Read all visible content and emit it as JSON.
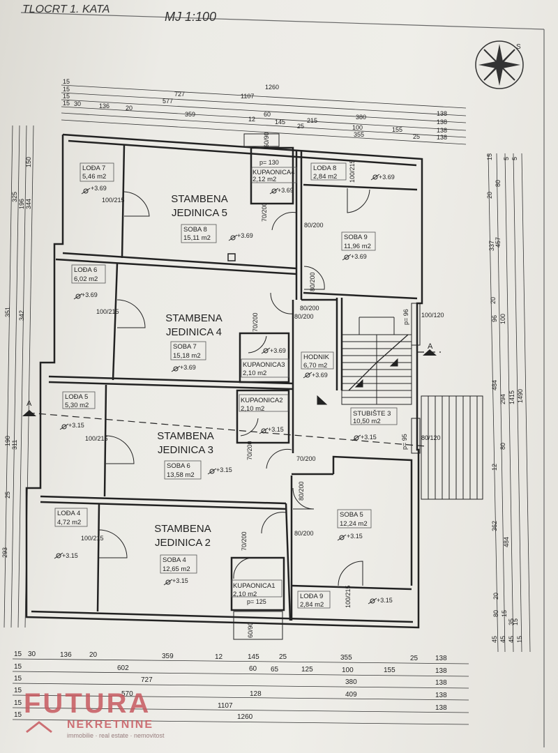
{
  "header": {
    "title": "TLOCRT 1. KATA",
    "scale": "MJ 1:100",
    "compass_label": "S"
  },
  "units": [
    {
      "line1": "STAMBENA",
      "line2": "JEDINICA 5"
    },
    {
      "line1": "STAMBENA",
      "line2": "JEDINICA 4"
    },
    {
      "line1": "STAMBENA",
      "line2": "JEDINICA 3"
    },
    {
      "line1": "STAMBENA",
      "line2": "JEDINICA 2"
    }
  ],
  "rooms": [
    {
      "name": "LOĐA 7",
      "area": "5,46 m2",
      "level": "+3.69"
    },
    {
      "name": "SOBA 8",
      "area": "15,11 m2",
      "level": "+3.69"
    },
    {
      "name": "KUPAONICA4",
      "area": "2,12 m2",
      "level": "+3.69"
    },
    {
      "name": "LOĐA 8",
      "area": "2,84 m2",
      "level": "+3.69"
    },
    {
      "name": "SOBA 9",
      "area": "11,96 m2",
      "level": "+3.69"
    },
    {
      "name": "LOĐA 6",
      "area": "6,02 m2",
      "level": "+3.69"
    },
    {
      "name": "SOBA 7",
      "area": "15,18 m2",
      "level": "+3.69"
    },
    {
      "name": "KUPAONICA3",
      "area": "2,10 m2",
      "level": "+3.69"
    },
    {
      "name": "HODNIK",
      "area": "6,70 m2",
      "level": "+3.69"
    },
    {
      "name": "LOĐA 5",
      "area": "5,30 m2",
      "level": "+3.15"
    },
    {
      "name": "KUPAONICA2",
      "area": "2,10 m2",
      "level": "+3.15"
    },
    {
      "name": "SOBA 6",
      "area": "13,58 m2",
      "level": "+3.15"
    },
    {
      "name": "STUBIŠTE 3",
      "area": "10,50 m2",
      "level": "+3.15"
    },
    {
      "name": "LOĐA 4",
      "area": "4,72 m2",
      "level": "+3.15"
    },
    {
      "name": "SOBA 4",
      "area": "12,65 m2",
      "level": "+3.15"
    },
    {
      "name": "KUPAONICA1",
      "area": "2,10 m2",
      "level": ""
    },
    {
      "name": "SOBA 5",
      "area": "12,24 m2",
      "level": "+3.15"
    },
    {
      "name": "LOĐA 9",
      "area": "2,84 m2",
      "level": "+3.15"
    }
  ],
  "door_labels": [
    "100/215",
    "70/200",
    "80/200",
    "100/215",
    "80/200",
    "70/200",
    "80/200",
    "100/215",
    "70/200",
    "70/200",
    "80/200",
    "100/215",
    "70/200",
    "80/200",
    "100/215",
    "100/215",
    "80/200",
    "100/120",
    "80/120",
    "p= 130",
    "p= 125",
    "p= 96",
    "p= 95",
    "60/90",
    "60/90"
  ],
  "section_marker": "A",
  "top_dimensions": [
    [
      "15",
      "1260"
    ],
    [
      "15",
      "727",
      "1107"
    ],
    [
      "15",
      "577"
    ],
    [
      "15",
      "30",
      "136",
      "20",
      "359",
      "12",
      "60",
      "145",
      "215",
      "25",
      "380",
      "138"
    ],
    [
      "100",
      "155",
      "138"
    ],
    [
      "355",
      "25",
      "138"
    ],
    [
      "138"
    ]
  ],
  "bottom_dimensions": [
    [
      "15",
      "30",
      "136",
      "20",
      "359",
      "12",
      "145",
      "25",
      "355",
      "25",
      "138"
    ],
    [
      "15",
      "602",
      "60",
      "65",
      "125",
      "100",
      "155",
      "138"
    ],
    [
      "15",
      "727",
      "380",
      "138"
    ],
    [
      "15",
      "570",
      "128",
      "409",
      "138"
    ],
    [
      "15",
      "1107",
      "138"
    ],
    [
      "15",
      "1260"
    ]
  ],
  "right_dimensions": [
    "15",
    "20",
    "80",
    "5",
    "5",
    "337",
    "457",
    "20",
    "100",
    "96",
    "484",
    "294",
    "1415",
    "1490",
    "12",
    "80",
    "362",
    "484",
    "20",
    "80",
    "15",
    "45",
    "45",
    "45",
    "15",
    "35",
    "15"
  ],
  "left_dimensions": [
    "150",
    "325",
    "196",
    "344",
    "351",
    "342",
    "190",
    "311",
    "25",
    "293"
  ],
  "watermark": {
    "brand": "FUTURA",
    "line2": "NEKRETNINE",
    "tagline": "immobilie · real estate · nemovitost"
  }
}
